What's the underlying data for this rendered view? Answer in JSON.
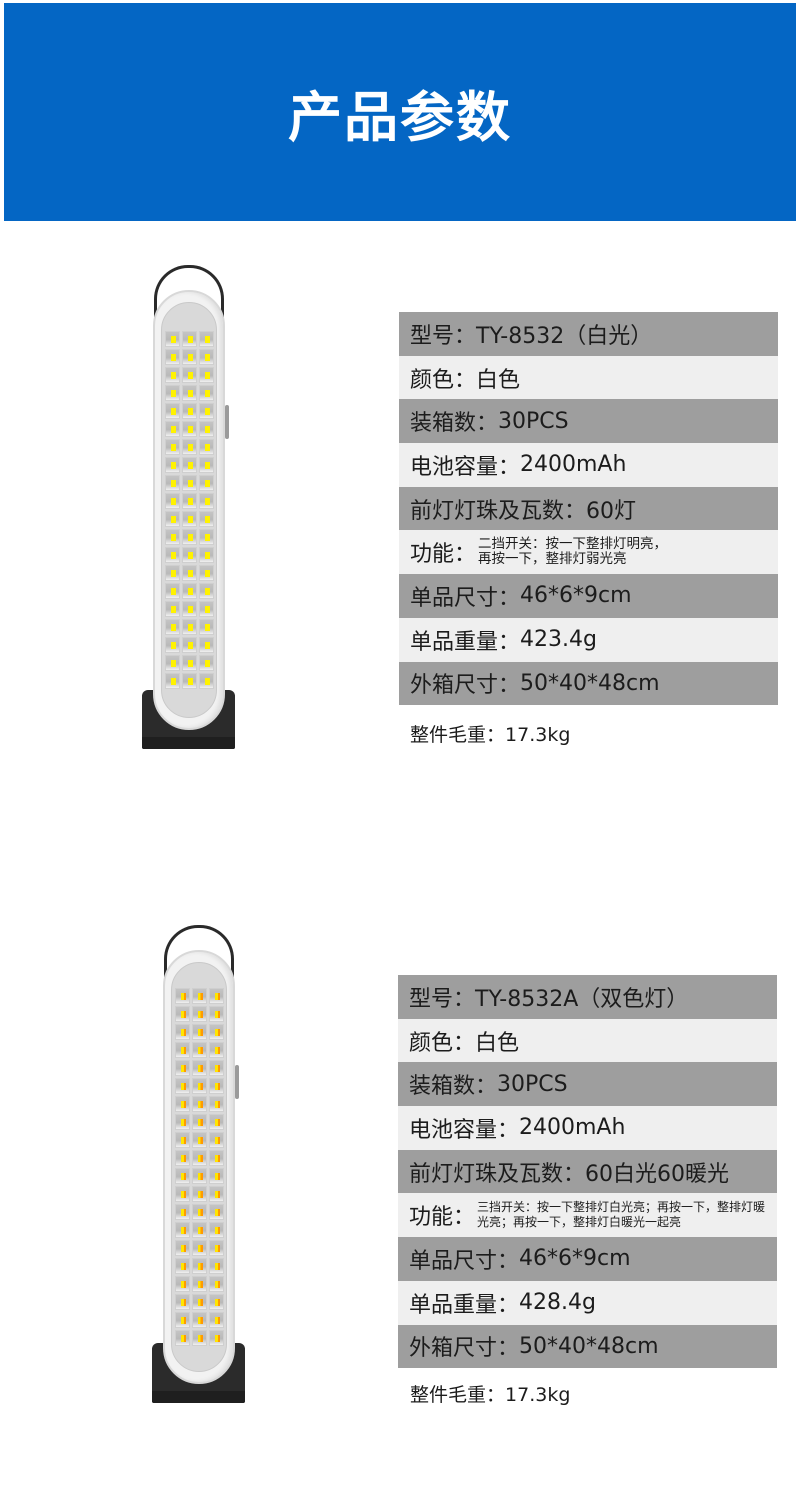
{
  "header": {
    "title": "产品参数",
    "background_color": "#0466c4"
  },
  "products": [
    {
      "illustration": {
        "type": "emergency-led-lamp",
        "led_rows": 20,
        "led_columns": 3,
        "led_color": "white"
      },
      "specs": [
        {
          "label": "型号：",
          "value": "TY-8532（白光）"
        },
        {
          "label": "颜色：",
          "value": "白色"
        },
        {
          "label": "装箱数：",
          "value": "30PCS"
        },
        {
          "label": "电池容量：",
          "value": "2400mAh"
        },
        {
          "label": "前灯灯珠及瓦数：",
          "value": "60灯"
        },
        {
          "label": "功能：",
          "value": "二挡开关：按一下整排灯明亮，再按一下，整排灯弱光亮"
        },
        {
          "label": "单品尺寸：",
          "value": "46*6*9cm"
        },
        {
          "label": "单品重量：",
          "value": "423.4g"
        },
        {
          "label": "外箱尺寸：",
          "value": "50*40*48cm"
        }
      ],
      "gross_weight": {
        "label": "整件毛重：",
        "value": "17.3kg"
      }
    },
    {
      "illustration": {
        "type": "emergency-led-lamp",
        "led_rows": 20,
        "led_columns": 3,
        "led_color": "dual (white + warm)"
      },
      "specs": [
        {
          "label": "型号：",
          "value": "TY-8532A（双色灯）"
        },
        {
          "label": "颜色：",
          "value": "白色"
        },
        {
          "label": "装箱数：",
          "value": "30PCS"
        },
        {
          "label": "电池容量：",
          "value": "2400mAh"
        },
        {
          "label": "前灯灯珠及瓦数：",
          "value": "60白光60暖光"
        },
        {
          "label": "功能：",
          "value": "三挡开关：按一下整排灯白光亮；再按一下，整排灯暖光亮；再按一下，整排灯白暖光一起亮"
        },
        {
          "label": "单品尺寸：",
          "value": "46*6*9cm"
        },
        {
          "label": "单品重量：",
          "value": "428.4g"
        },
        {
          "label": "外箱尺寸：",
          "value": "50*40*48cm"
        }
      ],
      "gross_weight": {
        "label": "整件毛重：",
        "value": "17.3kg"
      }
    }
  ],
  "colors": {
    "row_dark": "#9e9e9e",
    "row_light": "#efefef",
    "led_white": "#fff200",
    "led_warm": "#ff9a00",
    "lamp_base": "#2b2b2b"
  }
}
